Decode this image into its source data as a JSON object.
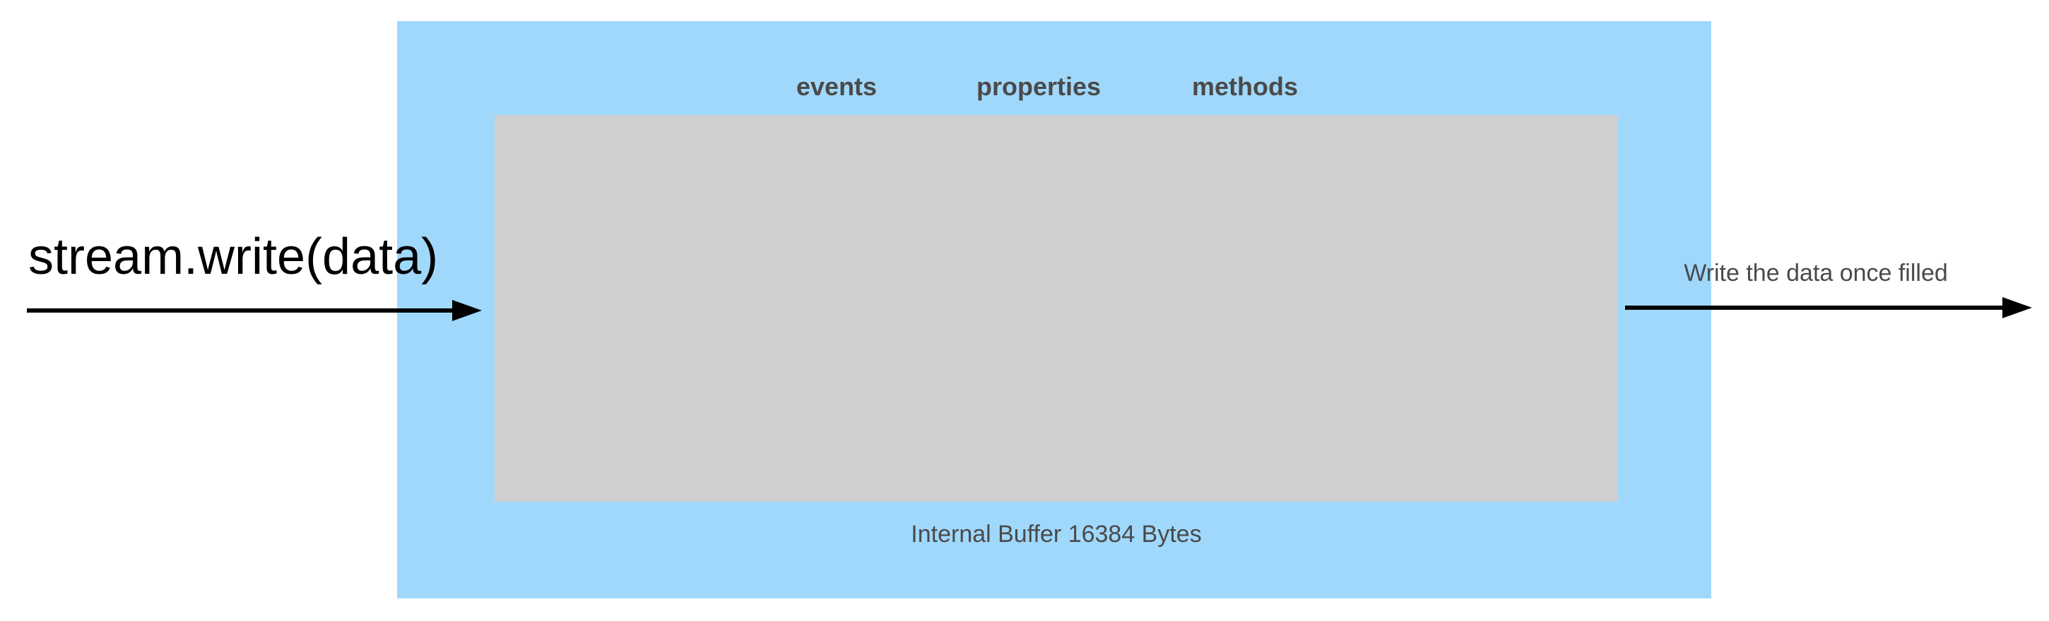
{
  "input": {
    "call_label": "stream.write(data)"
  },
  "stream": {
    "tabs": [
      "events",
      "properties",
      "methods"
    ],
    "buffer_caption": "Internal Buffer 16384 Bytes"
  },
  "output": {
    "label": "Write the data once filled"
  },
  "colors": {
    "stream_bg": "#a0d8fc",
    "buffer_bg": "#cfcfcf",
    "arrow": "#000000",
    "text_muted": "#4a4a4a"
  }
}
